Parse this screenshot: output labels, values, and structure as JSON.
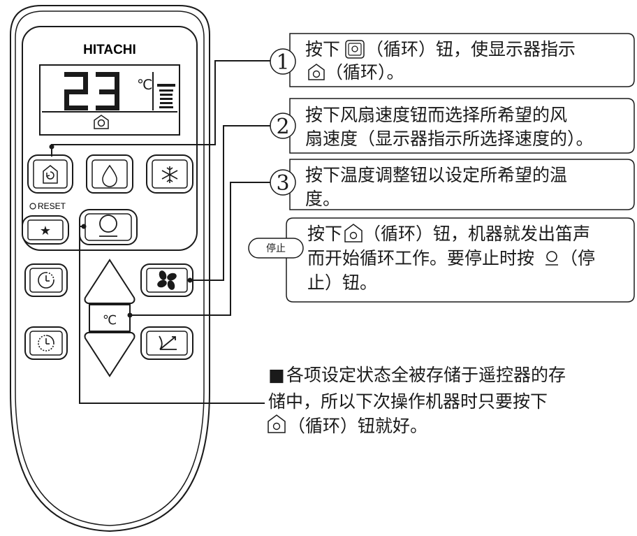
{
  "remote": {
    "brand": "HITACHI",
    "display_temperature": "23",
    "display_unit": "℃",
    "reset_label": "RESET",
    "temp_button_label": "℃"
  },
  "steps": [
    {
      "number": "1",
      "lines": [
        "按下",
        "（循环）钮，使显示器指示",
        "（循环）。"
      ]
    },
    {
      "number": "2",
      "lines": [
        "按下风扇速度钮而选择所希望的风",
        "扇速度（显示器指示所选择速度的）。"
      ]
    },
    {
      "number": "3",
      "lines": [
        "按下温度调整钮以设定所希望的温",
        "度。"
      ]
    }
  ],
  "stop_note": {
    "tag": "停止",
    "lines": [
      "按下",
      "（循环）钮，机器就发出笛声",
      "而开始循环工作。要停止时按",
      "（停",
      "止）钮。"
    ]
  },
  "memory_note": {
    "bullet": "■",
    "lines": [
      "各项设定状态全被存储于遥控器的存",
      "储中，所以下次操作机器时只要按下",
      "（循环）钮就好。"
    ]
  },
  "icons": {
    "circulate": "circulate-icon",
    "dry": "droplet-icon",
    "cool": "snowflake-icon",
    "star": "star-icon",
    "power": "power-icon",
    "timer_on": "timer-on-icon",
    "timer_off": "timer-off-icon",
    "fan": "fan-icon",
    "swing": "swing-icon",
    "temp_up": "triangle-up-icon",
    "temp_down": "triangle-down-icon",
    "fan_speed_display": "fan-speed-icon"
  }
}
